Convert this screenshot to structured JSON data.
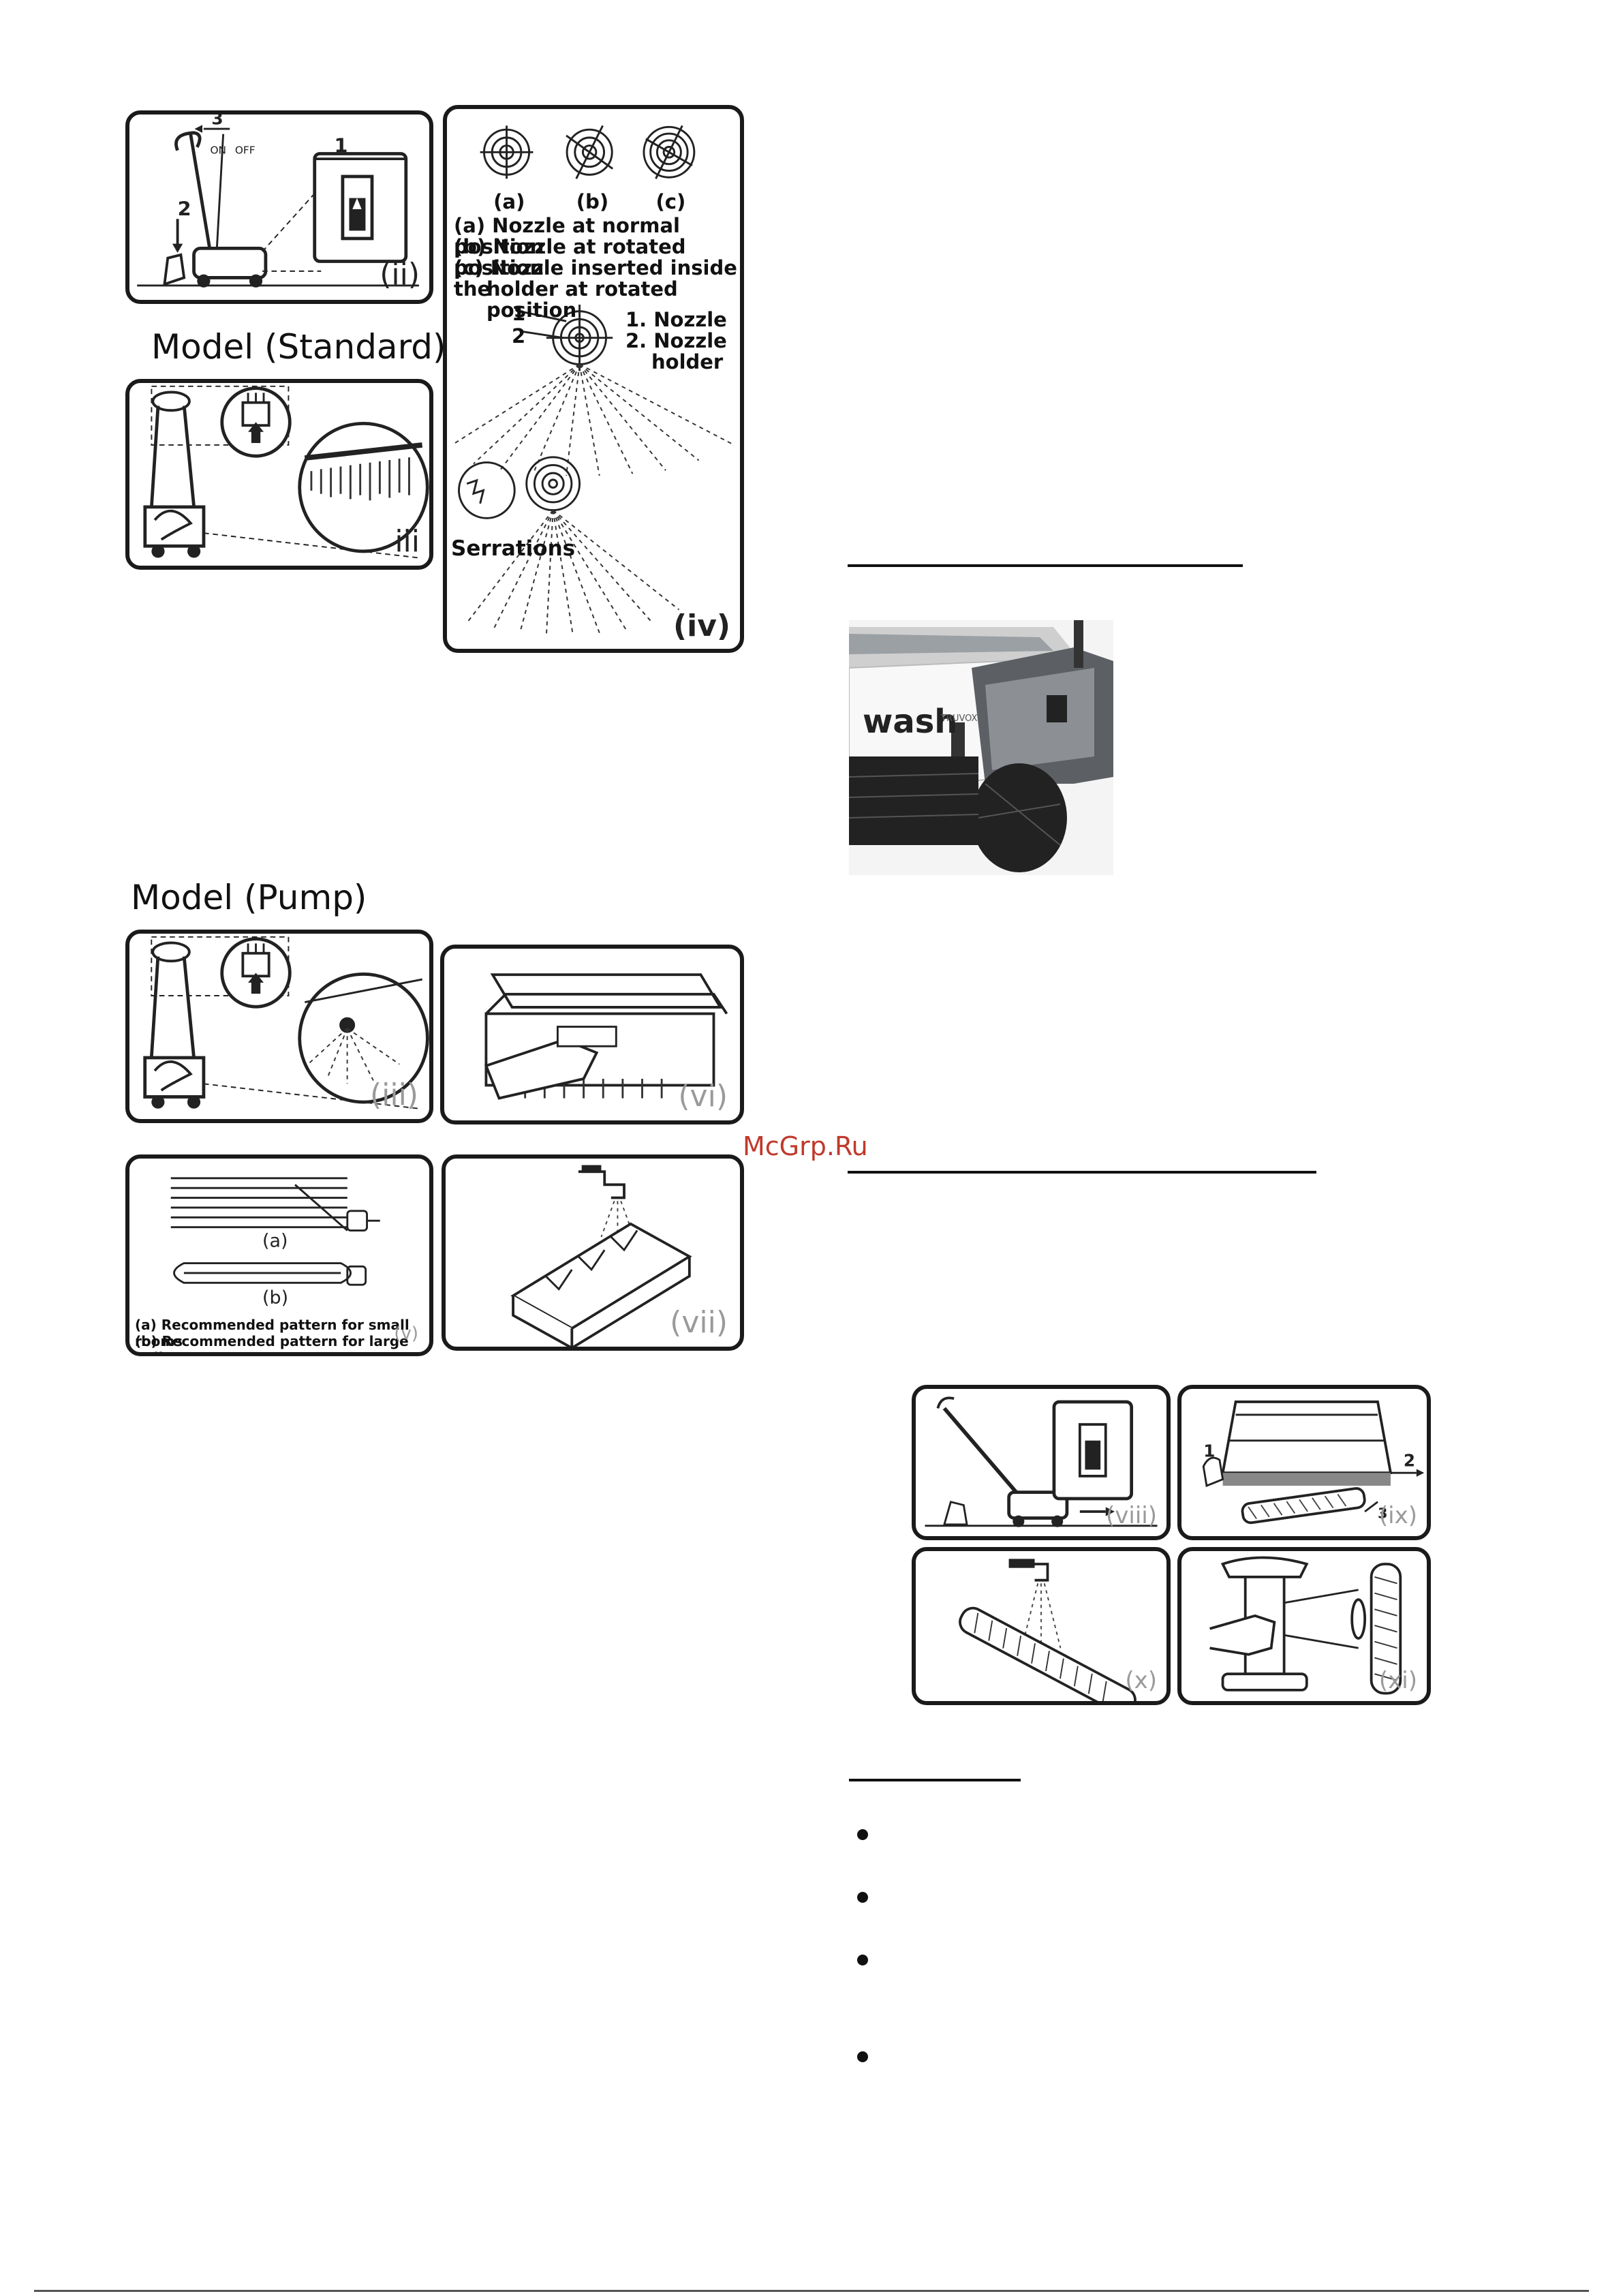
{
  "standard": {
    "heading": "Model (Standard)",
    "panel_ii": {
      "label": "(ii)",
      "step1": "1",
      "step2": "2",
      "step3": "3",
      "switch_on": "ON",
      "switch_off": "OFF"
    },
    "panel_iii": {
      "label": "iii"
    },
    "panel_iv": {
      "label": "(iv)",
      "letters": [
        "(a)",
        "(b)",
        "(c)"
      ],
      "desc_a": "(a) Nozzle at normal position",
      "desc_b": "(b) Nozzle at rotated position",
      "desc_c1": "(c) Nozzle inserted inside the",
      "desc_c2": "holder at rotated position",
      "num1": "1",
      "num2": "2",
      "part1": "1. Nozzle",
      "part2a": "2. Nozzle",
      "part2b": "holder",
      "serrations": "Serrations"
    }
  },
  "pump": {
    "heading": "Model (Pump)",
    "panel_iii": {
      "label": "(iii)"
    },
    "panel_vi": {
      "label": "(vi)"
    },
    "panel_v": {
      "label": "(v)",
      "a": "(a)",
      "b": "(b)",
      "desc_a": "(a) Recommended pattern for small rooms",
      "desc_b": "(b) Recommended pattern for large halls"
    },
    "panel_vii": {
      "label": "(vii)"
    }
  },
  "right_photo": {
    "brand": "wash",
    "logo": "TRUVOX"
  },
  "maintenance": {
    "panel_viii": {
      "label": "(viii)"
    },
    "panel_ix": {
      "label": "(ix)",
      "n1": "1",
      "n2": "2",
      "n3": "3"
    },
    "panel_x": {
      "label": "(x)"
    },
    "panel_xi": {
      "label": "(xi)"
    }
  },
  "watermark": "McGrp.Ru"
}
